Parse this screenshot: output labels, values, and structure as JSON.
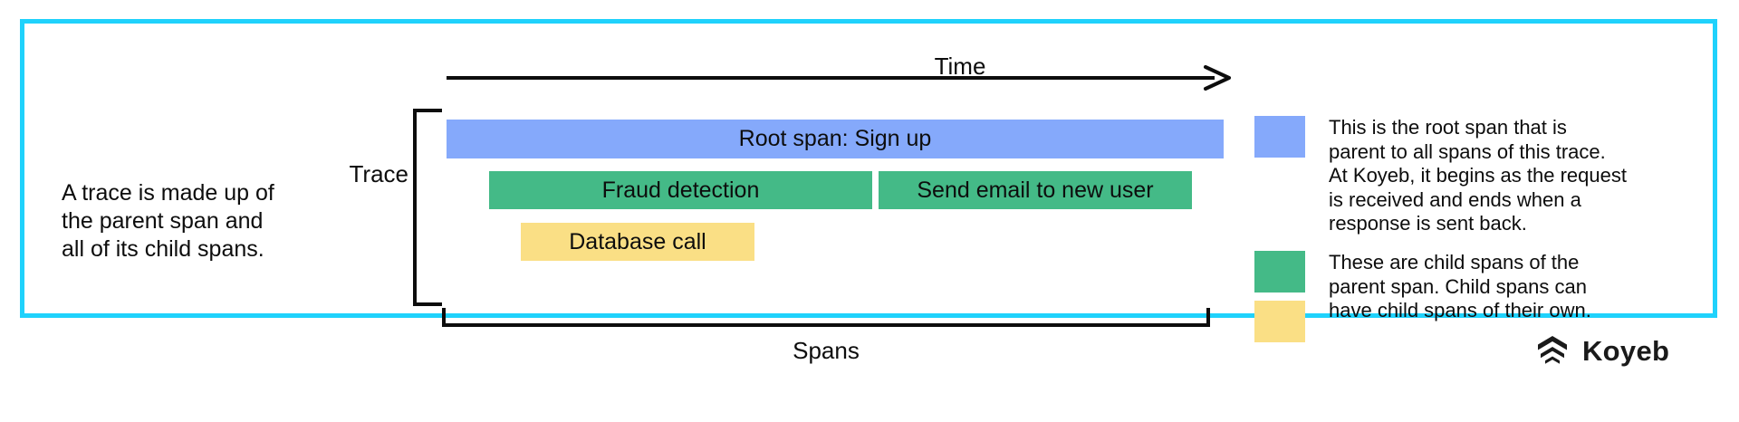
{
  "colors": {
    "frame_border": "#1FD2FC",
    "root_span": "#85A9FB",
    "child_span_green": "#44BA87",
    "child_span_yellow": "#FADF85",
    "text": "#0d0d0d",
    "brand": "#1a1a1a"
  },
  "intro": {
    "text": "A trace is made up of\nthe parent span and\nall of its child spans."
  },
  "axis": {
    "time_label": "Time"
  },
  "trace": {
    "label": "Trace"
  },
  "spans": {
    "label": "Spans",
    "bars": [
      {
        "label": "Root span: Sign up",
        "color": "#85A9FB",
        "level": 0
      },
      {
        "label": "Fraud detection",
        "color": "#44BA87",
        "level": 1
      },
      {
        "label": "Send email to new user",
        "color": "#44BA87",
        "level": 1
      },
      {
        "label": "Database call",
        "color": "#FADF85",
        "level": 2
      }
    ]
  },
  "legend": {
    "items": [
      {
        "swatches": [
          "#85A9FB"
        ],
        "description": "This is the root span that is parent to all spans of this trace. At Koyeb, it begins as the request is received and ends when a response is sent back."
      },
      {
        "swatches": [
          "#44BA87",
          "#FADF85"
        ],
        "description": "These are child spans of the parent span. Child spans can have child spans of their own."
      }
    ]
  },
  "brand": {
    "name": "Koyeb",
    "logo_icon": "koyeb-chevron-logo-icon"
  }
}
